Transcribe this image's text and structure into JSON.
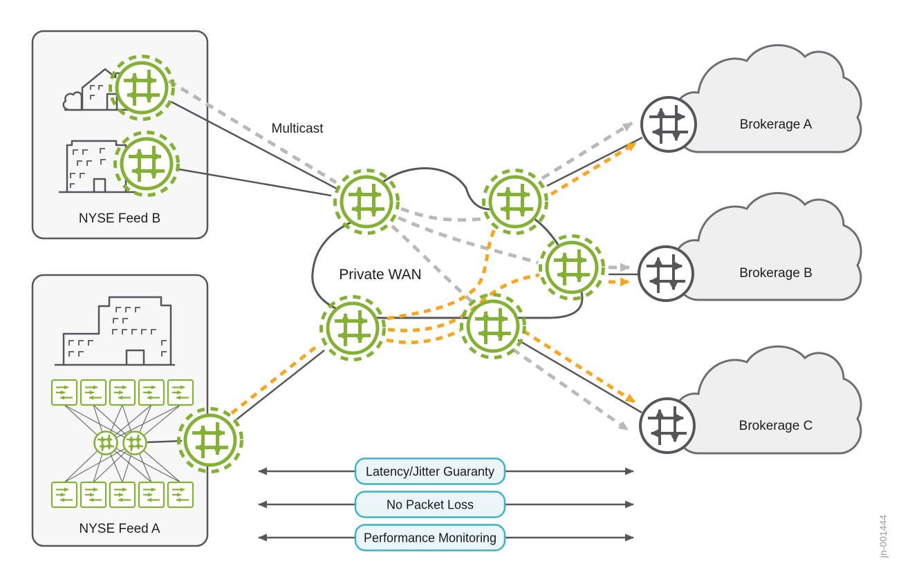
{
  "figure": {
    "id_label": "jn-001444",
    "labels": {
      "feed_b": "NYSE Feed B",
      "feed_a": "NYSE Feed A",
      "private_wan": "Private WAN",
      "multicast": "Multicast",
      "brokerage_a": "Brokerage A",
      "brokerage_b": "Brokerage B",
      "brokerage_c": "Brokerage C"
    },
    "service_guarantees": [
      "Latency/Jitter Guaranty",
      "No Packet Loss",
      "Performance Monitoring"
    ],
    "colors": {
      "router_green": "#84b135",
      "multicast_flow_gray": "#b9b9b9",
      "unicast_flow_orange": "#f5a623",
      "line_dark": "#54565a",
      "brokerage_cloud_fill": "#efefef",
      "feed_panel_fill": "#f7f7f8",
      "guarantee_pill_border": "#3eb1c8",
      "guarantee_pill_fill": "#eaf6f9"
    }
  }
}
